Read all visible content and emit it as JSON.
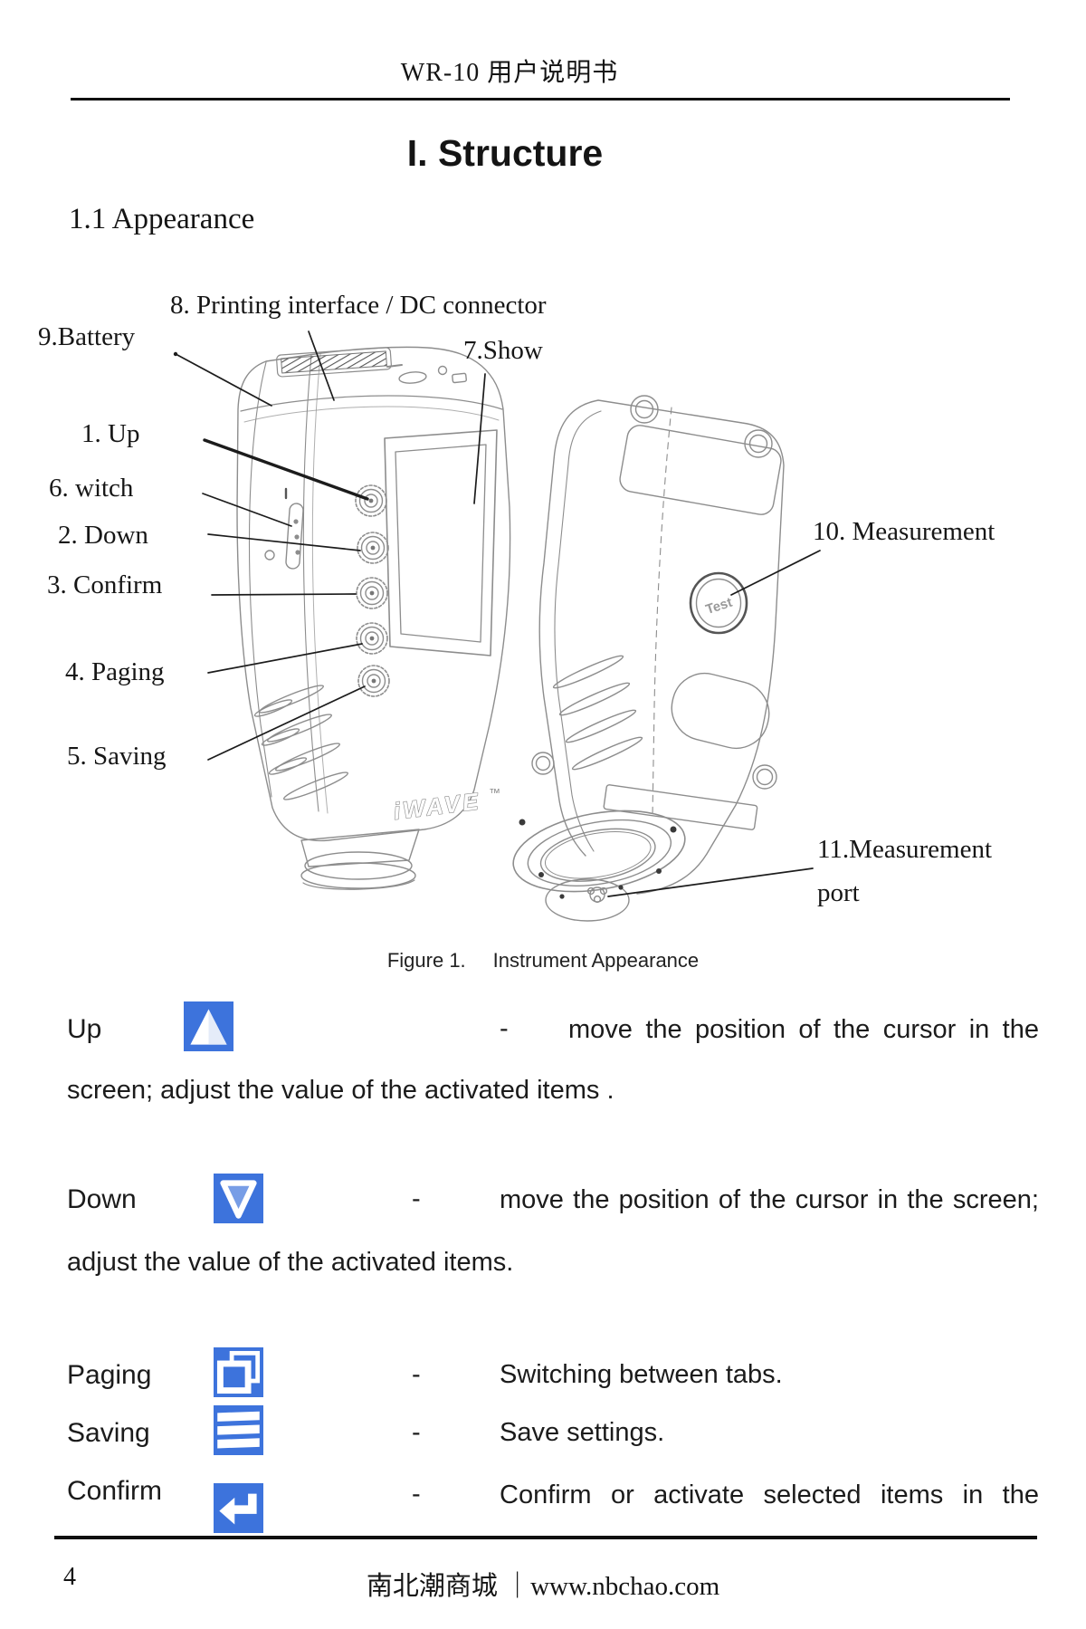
{
  "page": {
    "header_title": "WR-10 用户说明书",
    "section_title": "I. Structure",
    "subsection_title": "1.1 Appearance",
    "footer": {
      "page_number": "4",
      "site": "南北潮商城 ｜www.nbchao.com"
    }
  },
  "figure": {
    "caption_prefix": "Figure 1.",
    "caption_text": "Instrument Appearance",
    "front_logo": "iWAVE",
    "front_logo_tm": "™",
    "test_button_label": "Test",
    "callouts": [
      {
        "id": "8",
        "label": "8. Printing interface / DC connector"
      },
      {
        "id": "9",
        "label": "9.Battery"
      },
      {
        "id": "7",
        "label": "7.Show"
      },
      {
        "id": "1",
        "label": "1. Up"
      },
      {
        "id": "6",
        "label": "6. witch"
      },
      {
        "id": "2",
        "label": "2. Down"
      },
      {
        "id": "3",
        "label": "3. Confirm"
      },
      {
        "id": "4",
        "label": "4. Paging"
      },
      {
        "id": "5",
        "label": "5. Saving"
      },
      {
        "id": "10",
        "label": "10. Measurement"
      },
      {
        "id": "11",
        "label": "11.Measurement",
        "label2": "port"
      }
    ]
  },
  "key_descriptions": {
    "accent_color": "#3d73dc",
    "rows": [
      {
        "key": "Up",
        "icon": "up-triangle-icon",
        "dash": "-",
        "line1": "move the position of the cursor in the",
        "line2": "screen; adjust the value of the activated items ."
      },
      {
        "key": "Down",
        "icon": "down-triangle-icon",
        "dash": "-",
        "line1": "move the position of the cursor in the screen;",
        "line2": "adjust the value of the activated items."
      },
      {
        "key": "Paging",
        "icon": "pages-icon",
        "dash": "-",
        "line1": "Switching between tabs."
      },
      {
        "key": "Saving",
        "icon": "save-lines-icon",
        "dash": "-",
        "line1": "Save settings."
      },
      {
        "key": "Confirm",
        "icon": "enter-arrow-icon",
        "dash": "-",
        "line1": "Confirm or activate selected items in the"
      }
    ]
  }
}
